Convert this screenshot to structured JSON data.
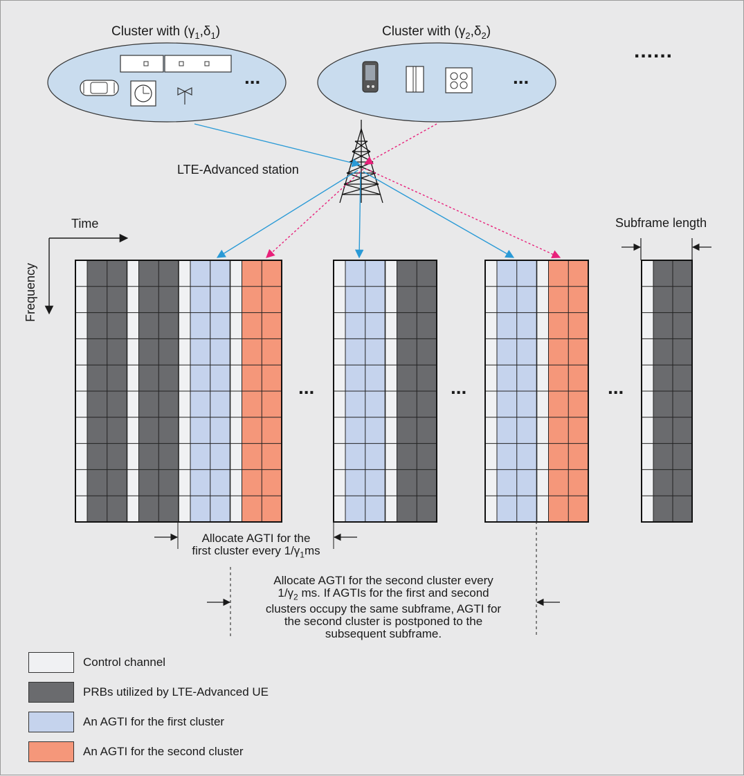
{
  "clusters": [
    {
      "label": "Cluster with (γ",
      "sub1": "1",
      "mid": ",δ",
      "sub2": "1",
      "end": ")"
    },
    {
      "label": "Cluster with (γ",
      "sub1": "2",
      "mid": ",δ",
      "sub2": "2",
      "end": ")"
    }
  ],
  "more_clusters": "......",
  "ellipsis": "...",
  "station_label": "LTE-Advanced station",
  "axis": {
    "time": "Time",
    "frequency": "Frequency"
  },
  "subframe_length_label": "Subframe length",
  "annotation_first": {
    "line1": "Allocate AGTI for the",
    "line2_pre": "first cluster every 1/γ",
    "line2_sub": "1",
    "line2_post": "ms"
  },
  "annotation_second": {
    "line1": "Allocate AGTI for the second cluster every",
    "line2_pre": "1/γ",
    "line2_sub": "2",
    "line2_post": " ms. If AGTIs for the first and second",
    "line3": "clusters occupy the same subframe, AGTI for",
    "line4": "the second cluster is postponed to the",
    "line5": "subsequent subframe."
  },
  "legend": [
    {
      "label": "Control channel",
      "color": "#f0f1f3"
    },
    {
      "label": "PRBs utilized by LTE-Advanced UE",
      "color": "#6a6b6e"
    },
    {
      "label": "An AGTI for the first cluster",
      "color": "#c5d3ed"
    },
    {
      "label": "An AGTI for the second cluster",
      "color": "#f5977a"
    }
  ],
  "colors": {
    "control": "#f0f1f3",
    "prb": "#6a6b6e",
    "agti_first": "#c5d3ed",
    "agti_second": "#f5977a",
    "cluster_fill": "#c9dcee",
    "arrow_first": "#2a9ad6",
    "arrow_second": "#e8207a"
  }
}
